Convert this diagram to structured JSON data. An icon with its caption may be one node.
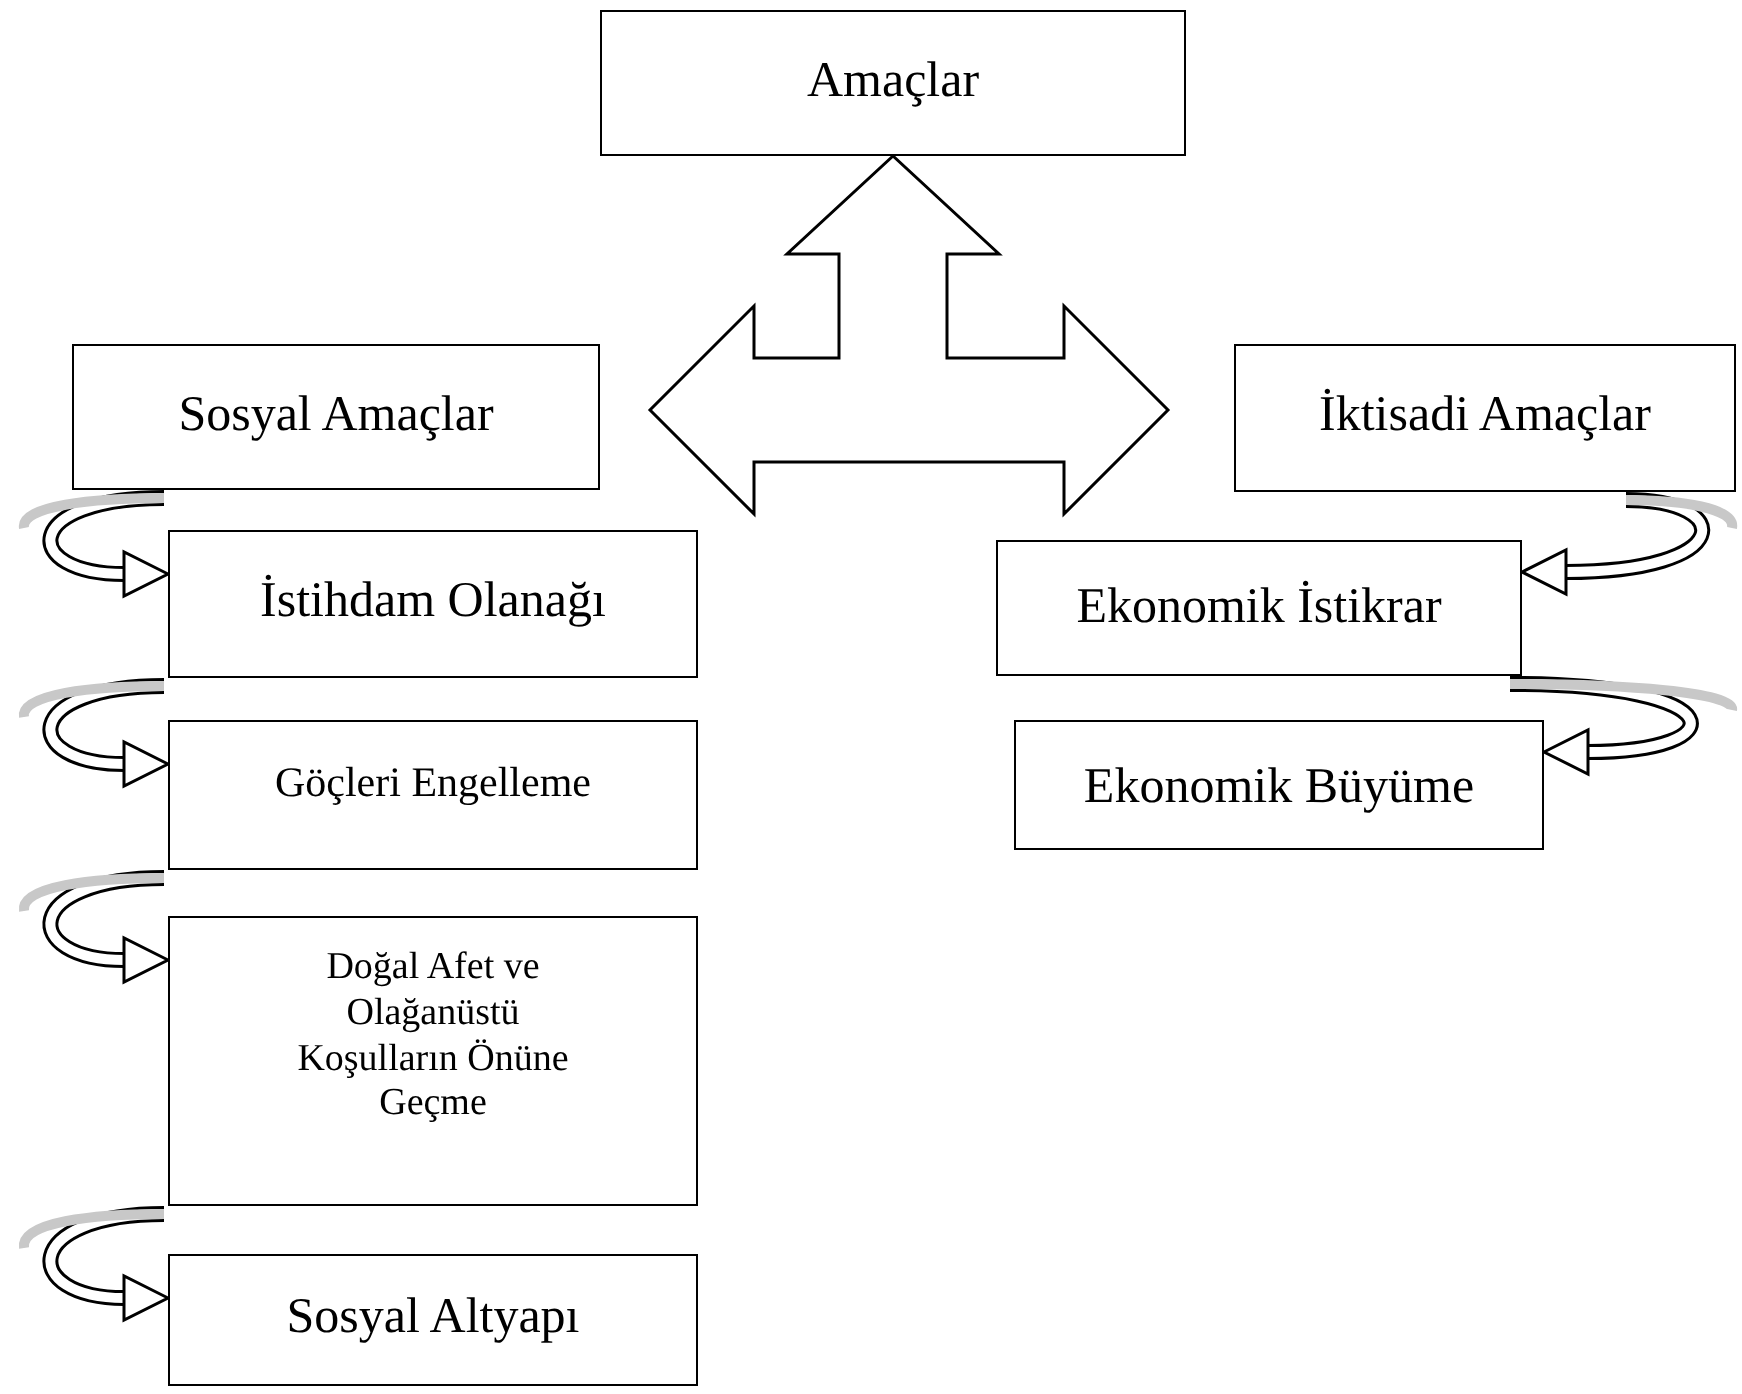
{
  "diagram": {
    "nodes": [
      {
        "text": [
          "Amaçlar"
        ]
      },
      {
        "text": [
          "Sosyal Amaçlar"
        ]
      },
      {
        "text": [
          "İktisadi Amaçlar"
        ]
      },
      {
        "text": [
          "İstihdam Olanağı"
        ]
      },
      {
        "text": [
          "Göçleri Engelleme"
        ]
      },
      {
        "text": [
          "Doğal Afet ve Olağanüstü Koşulların Önüne Geçme"
        ]
      },
      {
        "text": [
          "Sosyal Altyapı"
        ]
      },
      {
        "text": [
          "Ekonomik İstikrar"
        ]
      },
      {
        "text": [
          "Ekonomik Büyüme"
        ]
      }
    ],
    "edges": [
      {
        "from": 1,
        "to": 2,
        "arrow": "both"
      },
      {
        "from": 1,
        "to": 0,
        "arrow": "both"
      },
      {
        "from": 2,
        "to": 0,
        "arrow": "both"
      },
      {
        "from": 1,
        "to": 3,
        "arrow": "to"
      },
      {
        "from": 3,
        "to": 4,
        "arrow": "to"
      },
      {
        "from": 4,
        "to": 5,
        "arrow": "to"
      },
      {
        "from": 5,
        "to": 6,
        "arrow": "to"
      },
      {
        "from": 2,
        "to": 7,
        "arrow": "to"
      },
      {
        "from": 7,
        "to": 8,
        "arrow": "to"
      }
    ]
  }
}
